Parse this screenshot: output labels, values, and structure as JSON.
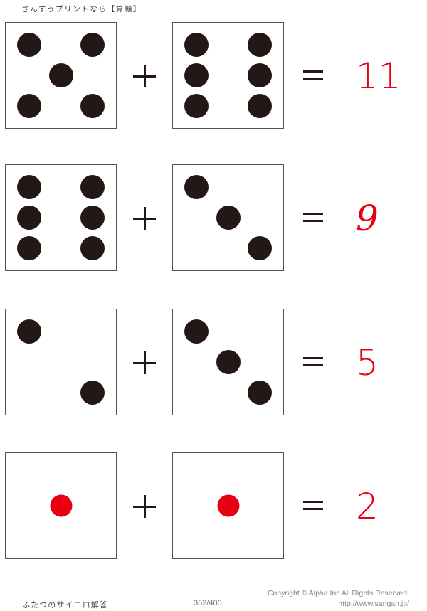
{
  "header": {
    "site_text": "さんすうプリントなら【算願】"
  },
  "worksheet": {
    "operator_plus": "+",
    "operator_equals": "=",
    "colors": {
      "pip_black": "#231815",
      "pip_red": "#e60012",
      "answer_red": "#e60012",
      "die_border": "#5a5250"
    },
    "problems": [
      {
        "index": 1,
        "left_die": {
          "value": 5,
          "pip_color": "#231815",
          "pips": [
            "p-tl",
            "p-tr",
            "p-cc",
            "p-bl",
            "p-br"
          ]
        },
        "right_die": {
          "value": 6,
          "pip_color": "#231815",
          "pips": [
            "p-tl",
            "p-tr",
            "p-ml",
            "p-mr",
            "p-bl",
            "p-br"
          ]
        },
        "answer": "11",
        "answer_style": "thin"
      },
      {
        "index": 2,
        "left_die": {
          "value": 6,
          "pip_color": "#231815",
          "pips": [
            "p-tl",
            "p-tr",
            "p-ml",
            "p-mr",
            "p-bl",
            "p-br"
          ]
        },
        "right_die": {
          "value": 3,
          "pip_color": "#231815",
          "pips": [
            "p-tl",
            "p-cc",
            "p-br"
          ]
        },
        "answer": "9",
        "answer_style": "hand"
      },
      {
        "index": 3,
        "left_die": {
          "value": 2,
          "pip_color": "#231815",
          "pips": [
            "p-tl",
            "p-br"
          ]
        },
        "right_die": {
          "value": 3,
          "pip_color": "#231815",
          "pips": [
            "p-tl",
            "p-cc",
            "p-br"
          ]
        },
        "answer": "5",
        "answer_style": "thin"
      },
      {
        "index": 4,
        "left_die": {
          "value": 1,
          "pip_color": "#e60012",
          "pips": [
            "p-cc"
          ]
        },
        "right_die": {
          "value": 1,
          "pip_color": "#e60012",
          "pips": [
            "p-cc"
          ]
        },
        "answer": "2",
        "answer_style": "thin"
      }
    ]
  },
  "footer": {
    "title": "ふたつのサイコロ解答",
    "page": "362/400",
    "copyright": "Copyright ©  Alpha.Inc All Rights Reserved.",
    "url": "http://www.sangan.jp/"
  }
}
